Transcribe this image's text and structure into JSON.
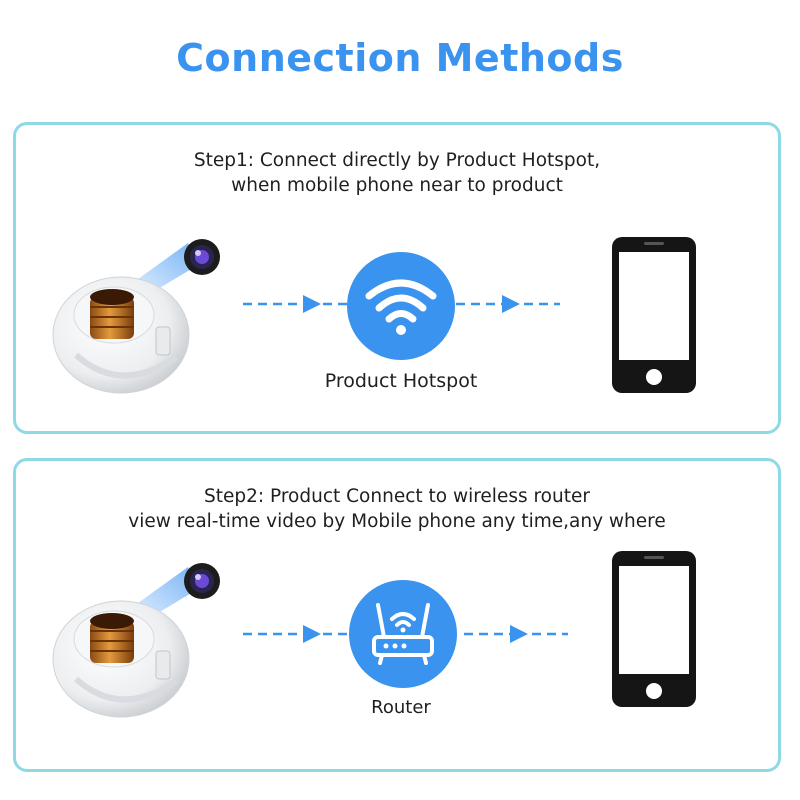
{
  "title": "Connection Methods",
  "colors": {
    "accent": "#3a93ee",
    "panel_border": "#8fd9e6",
    "phone": "#151515"
  },
  "step1": {
    "line1": "Step1: Connect directly by  Product  Hotspot,",
    "line2": "when mobile phone near to product",
    "method_label": "Product Hotspot",
    "method_icon": "wifi-icon"
  },
  "step2": {
    "line1": "Step2: Product Connect to wireless router",
    "line2": "view real-time video by Mobile phone any time,any where",
    "method_label": "Router",
    "method_icon": "router-icon"
  }
}
